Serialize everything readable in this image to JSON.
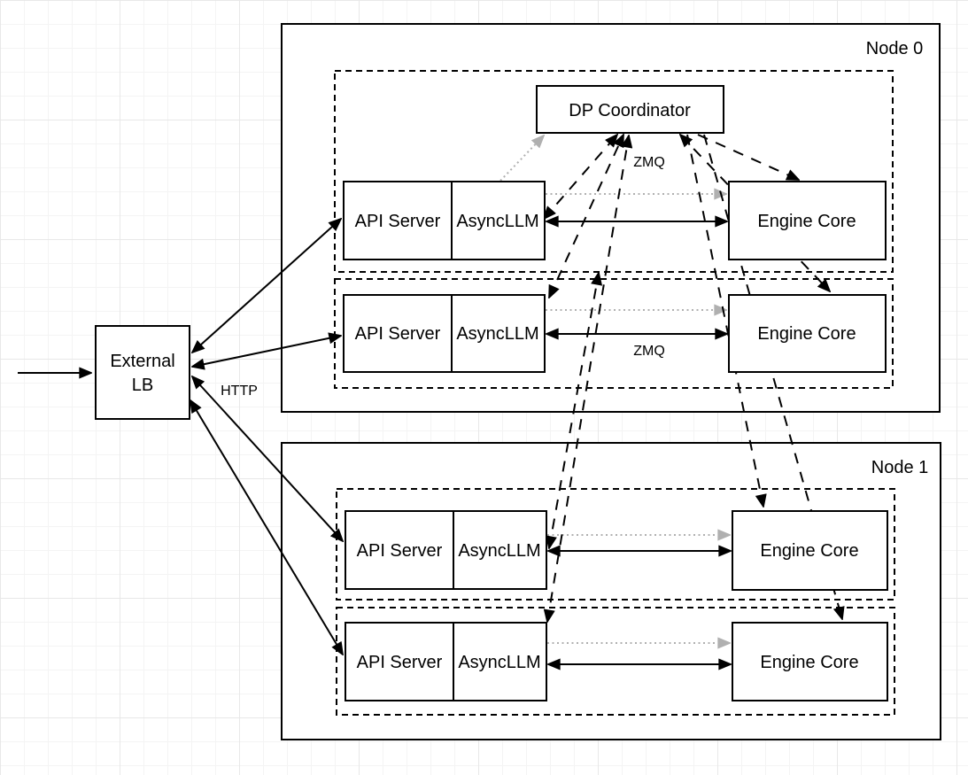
{
  "nodes": {
    "node0_label": "Node 0",
    "node1_label": "Node 1"
  },
  "boxes": {
    "external_lb_line1": "External",
    "external_lb_line2": "LB",
    "dp_coordinator": "DP Coordinator",
    "api_server": "API Server",
    "async_llm": "AsyncLLM",
    "engine_core": "Engine Core"
  },
  "edge_labels": {
    "http": "HTTP",
    "zmq_coordinator": "ZMQ",
    "zmq_row": "ZMQ"
  },
  "colors": {
    "line": "#000000",
    "gray_link": "#b0b0b0",
    "box_fill": "#ffffff",
    "grid_minor": "#f4f4f4",
    "grid_major": "#e8e8e8"
  }
}
